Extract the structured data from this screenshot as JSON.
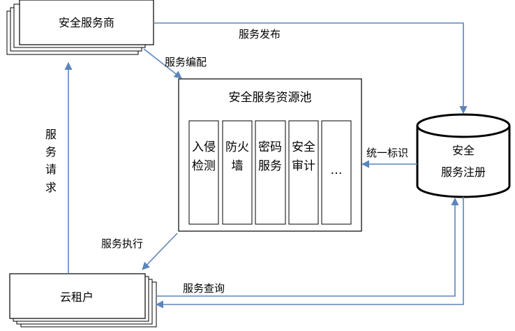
{
  "nodes": {
    "provider": "安全服务商",
    "pool": "安全服务资源池",
    "tenant": "云租户",
    "registry_line1": "安全",
    "registry_line2": "服务注册"
  },
  "modules": [
    {
      "line1": "入侵",
      "line2": "检测"
    },
    {
      "line1": "防火",
      "line2": "墙"
    },
    {
      "line1": "密码",
      "line2": "服务"
    },
    {
      "line1": "安全",
      "line2": "审计"
    },
    {
      "line1": "…",
      "line2": ""
    }
  ],
  "edges": {
    "publish": "服务发布",
    "orchestrate": "服务编配",
    "request": [
      "服",
      "务",
      "请",
      "求"
    ],
    "identify": "统一标识",
    "execute": "服务执行",
    "query": "服务查询"
  },
  "colors": {
    "arrow": "#5a86bd",
    "box_stroke": "#000000"
  }
}
